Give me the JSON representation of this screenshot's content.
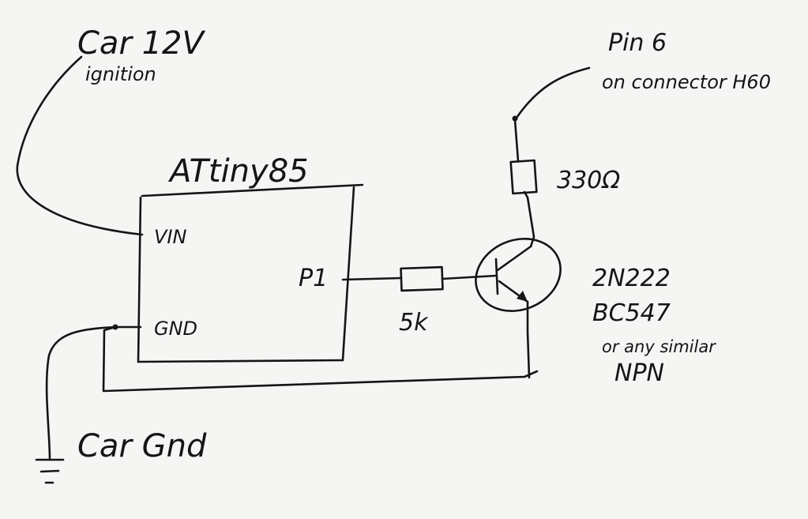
{
  "labels": {
    "supply_title": "Car 12V",
    "supply_subtitle": "ignition",
    "mcu_name": "ATtiny85",
    "pin_vin": "VIN",
    "pin_gnd": "GND",
    "pin_p1": "P1",
    "base_resistor": "5k",
    "collector_resistor": "330Ω",
    "output_pin": "Pin 6",
    "output_connector": "on connector H60",
    "transistor_line1": "2N222",
    "transistor_line2": "BC547",
    "transistor_line3": "or any similar",
    "transistor_line4": "NPN",
    "ground_label": "Car Gnd"
  },
  "colors": {
    "ink": "#151515",
    "paper": "#f5f5f4"
  }
}
